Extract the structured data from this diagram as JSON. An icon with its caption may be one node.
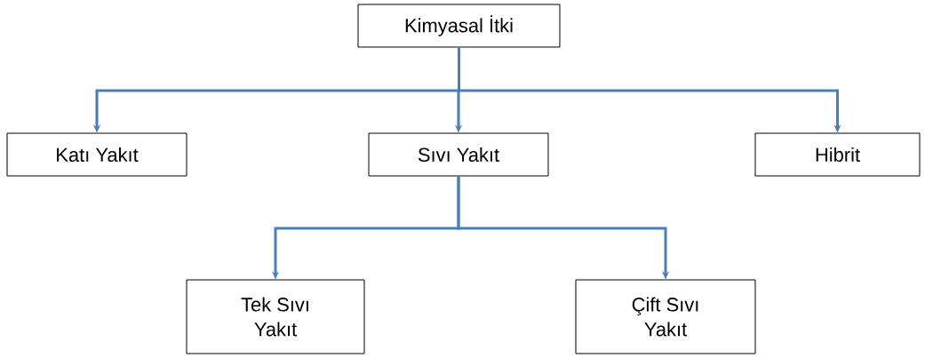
{
  "diagram": {
    "nodes": [
      {
        "text": [
          "Kimyasal İtki"
        ]
      },
      {
        "text": [
          "Katı Yakıt"
        ]
      },
      {
        "text": [
          "Sıvı Yakıt"
        ]
      },
      {
        "text": [
          "Hibrit"
        ]
      },
      {
        "text": [
          "Tek Sıvı Yakıt"
        ]
      },
      {
        "text": [
          "Çift Sıvı Yakıt"
        ]
      }
    ],
    "edges": [
      {
        "from": 0,
        "to": 1,
        "arrow": "to"
      },
      {
        "from": 0,
        "to": 2,
        "arrow": "to"
      },
      {
        "from": 0,
        "to": 3,
        "arrow": "to"
      },
      {
        "from": 2,
        "to": 4,
        "arrow": "to"
      },
      {
        "from": 2,
        "to": 5,
        "arrow": "to"
      }
    ]
  }
}
